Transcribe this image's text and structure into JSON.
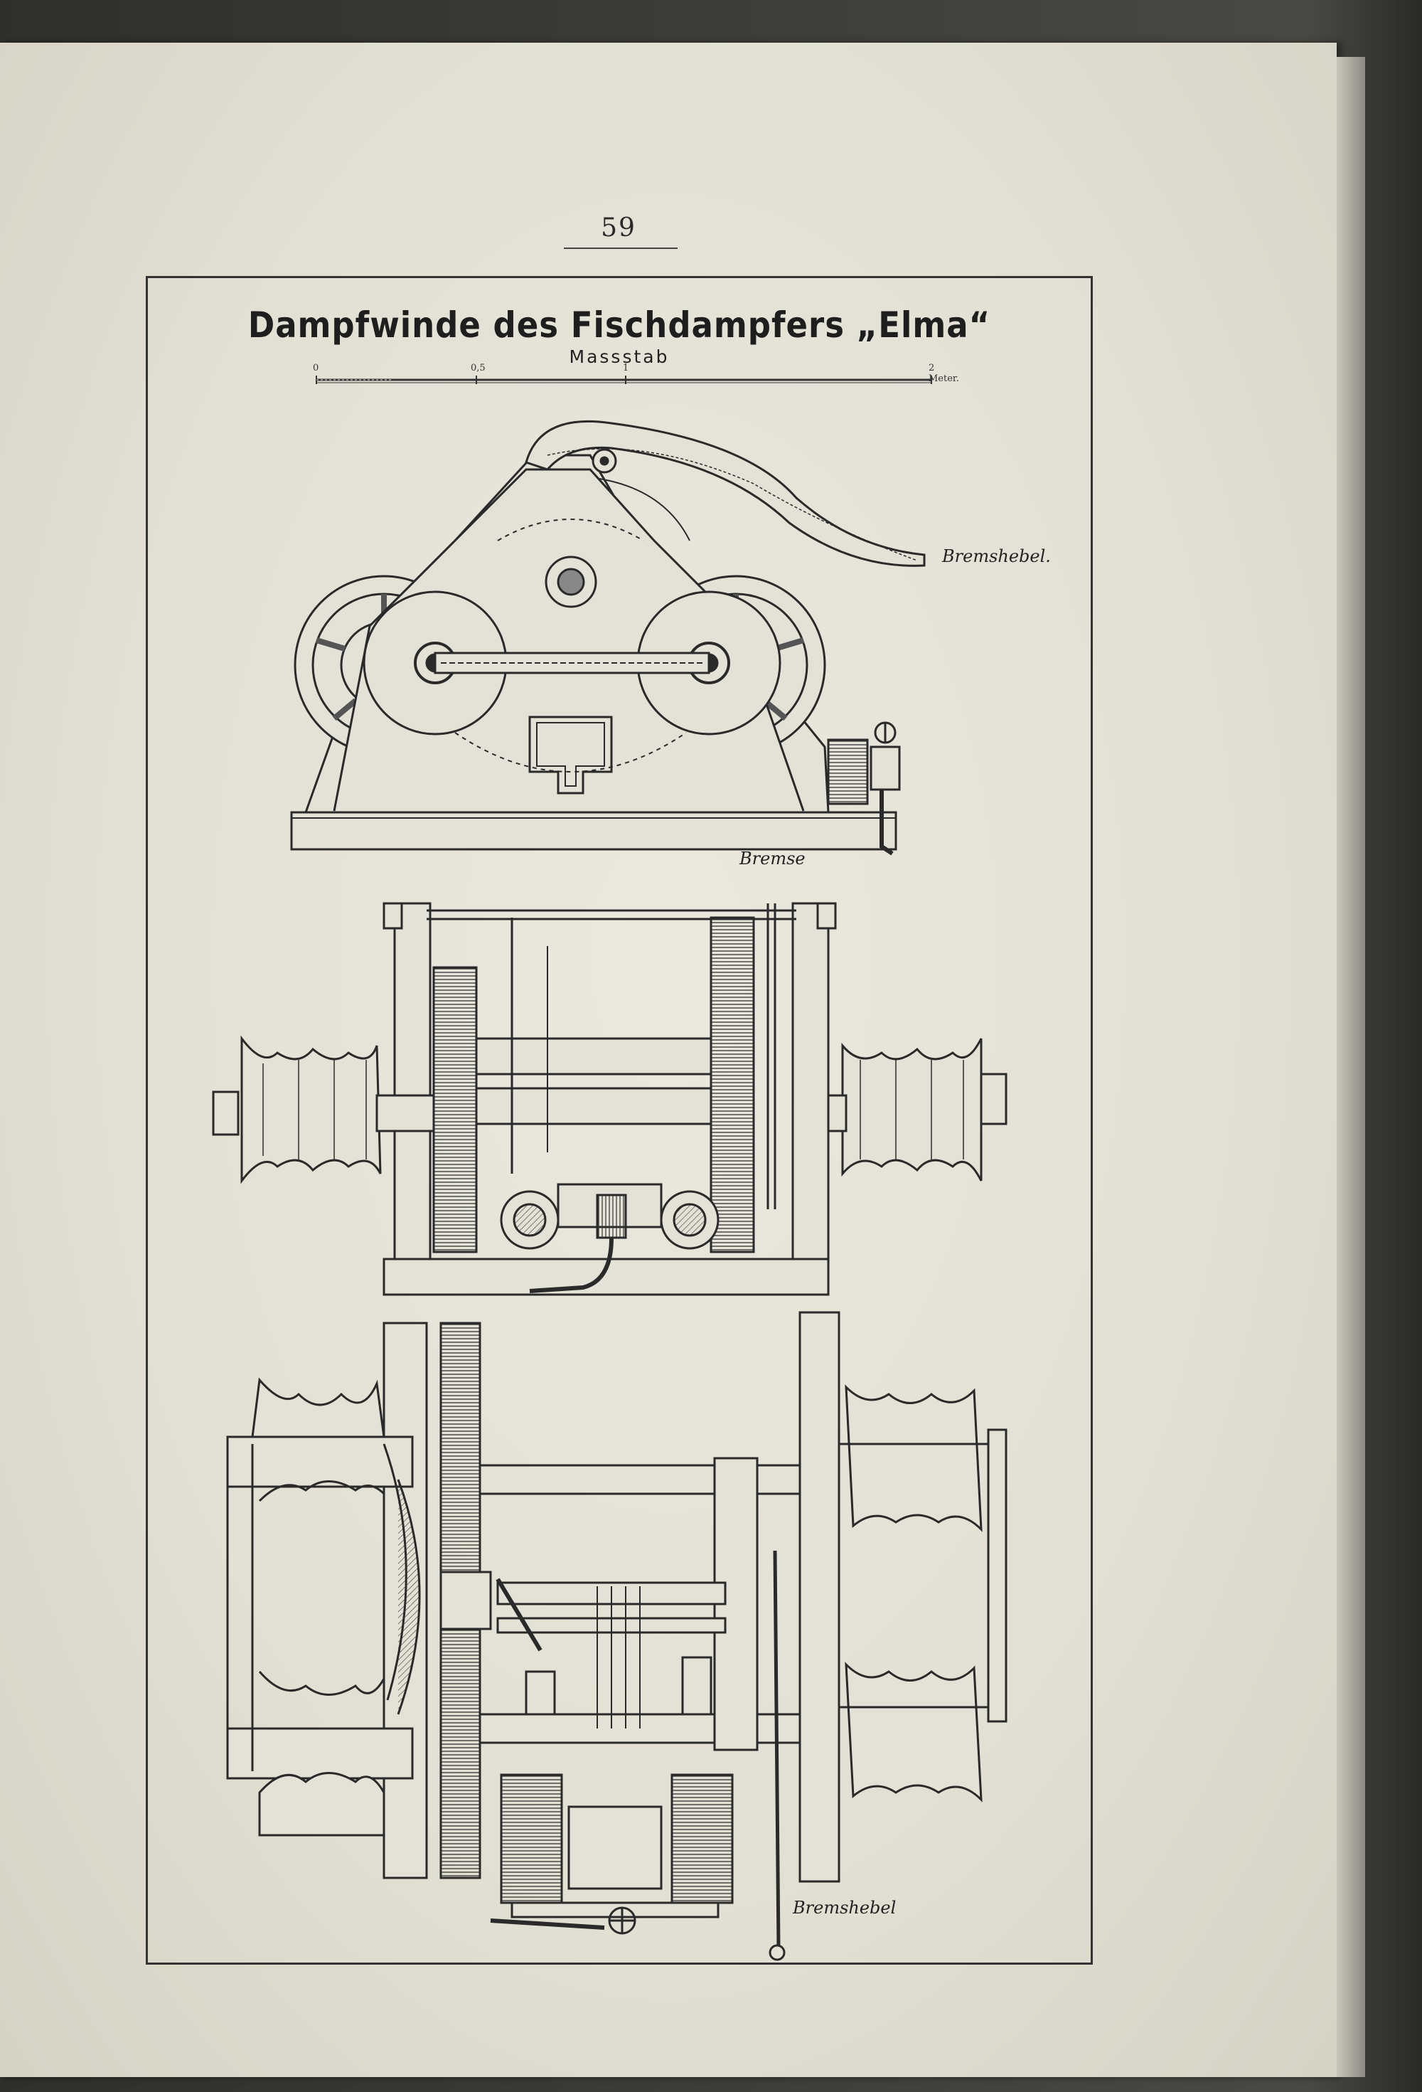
{
  "page": {
    "number": "59"
  },
  "plate": {
    "title": "Dampfwinde des Fischdampfers „Elma“",
    "scale_label": "Massstab",
    "scale_ticks": [
      "0",
      "0,5",
      "1",
      "2 Meter."
    ]
  },
  "callouts": {
    "side_view_brake_lever": "Bremshebel.",
    "front_view_brake": "Bremse",
    "plan_view_brake_lever": "Bremshebel"
  },
  "colors": {
    "paper": "#e4e1d6",
    "ink": "#2a2a2a",
    "book_cover": "#3a3a36"
  }
}
